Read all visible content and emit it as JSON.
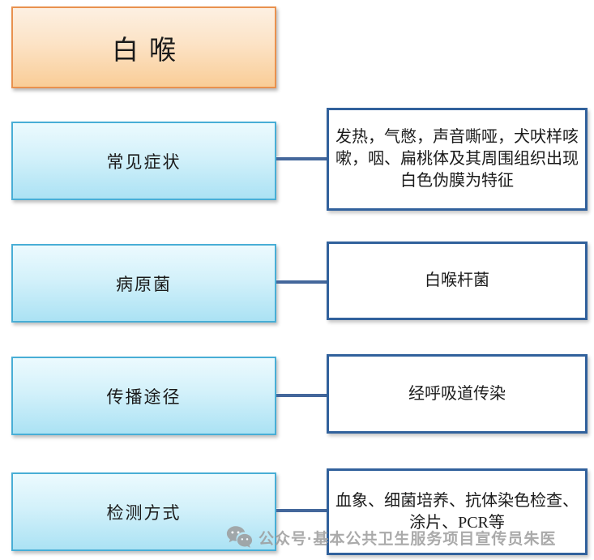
{
  "title": "白喉",
  "rows": [
    {
      "label": "常见症状",
      "desc": "发热，气憋，声音嘶哑，犬吠样咳嗽，咽、扁桃体及其周围组织出现白色伪膜为特征"
    },
    {
      "label": "病原菌",
      "desc": "白喉杆菌"
    },
    {
      "label": "传播途径",
      "desc": "经呼吸道传染"
    },
    {
      "label": "检测方式",
      "desc": "血象、细菌培养、抗体染色检查、涂片、PCR等"
    }
  ],
  "watermark": {
    "icon": "wechat-icon",
    "text": "公众号·基本公共卫生服务项目宣传员朱医"
  },
  "colors": {
    "title_border": "#e9914e",
    "title_fill_top": "#fdf0e2",
    "title_fill_bottom": "#f9cd97",
    "label_border": "#48aed6",
    "label_fill_top": "#ecfafe",
    "label_fill_bottom": "#abe2f4",
    "desc_border": "#31619c",
    "connector": "#44679b",
    "watermark_gray": "#9c9c9c"
  }
}
